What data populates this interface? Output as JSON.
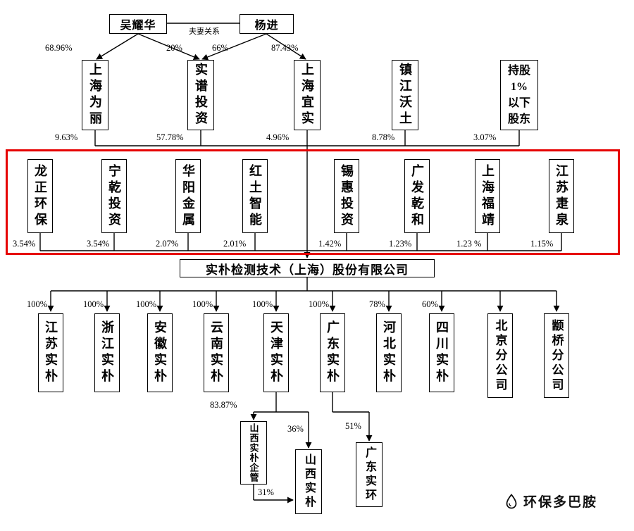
{
  "top": {
    "person_left": "吴耀华",
    "person_right": "杨进",
    "relation": "夫妻关系",
    "edge_pcts": [
      "68.96%",
      "20%",
      "66%",
      "87.43%"
    ]
  },
  "tier2": [
    {
      "name": "上海为丽",
      "pct": "9.63%"
    },
    {
      "name": "实谱投资",
      "pct": "57.78%"
    },
    {
      "name": "上海宜实",
      "pct": "4.96%"
    },
    {
      "name": "镇江沃土",
      "pct": "8.78%"
    },
    {
      "name": "持股\n1%\n以下\n股东",
      "pct": "3.07%"
    }
  ],
  "tier3": [
    {
      "name": "龙正环保",
      "pct": "3.54%"
    },
    {
      "name": "宁乾投资",
      "pct": "3.54%"
    },
    {
      "name": "华阳金属",
      "pct": "2.07%"
    },
    {
      "name": "红土智能",
      "pct": "2.01%"
    },
    {
      "name": "锡惠投资",
      "pct": "1.42%"
    },
    {
      "name": "广发乾和",
      "pct": "1.23%"
    },
    {
      "name": "上海福靖",
      "pct": "1.23 %"
    },
    {
      "name": "江苏疌泉",
      "pct": "1.15%"
    }
  ],
  "company": {
    "name": "实朴检测技术（上海）股份有限公司"
  },
  "tier4": [
    {
      "name": "江苏实朴",
      "pct": "100%"
    },
    {
      "name": "浙江实朴",
      "pct": "100%"
    },
    {
      "name": "安徽实朴",
      "pct": "100%"
    },
    {
      "name": "云南实朴",
      "pct": "100%"
    },
    {
      "name": "天津实朴",
      "pct": "100%"
    },
    {
      "name": "广东实朴",
      "pct": "100%"
    },
    {
      "name": "河北实朴",
      "pct": "78%"
    },
    {
      "name": "四川实朴",
      "pct": "60%"
    },
    {
      "name": "北京分公司",
      "pct": ""
    },
    {
      "name": "颛桥分公司",
      "pct": ""
    }
  ],
  "tier5": {
    "qiguan": "山西实朴企管",
    "shanxi_shipu": "山西实朴",
    "guangdong_shihuan": "广东实环",
    "tianjin_to_qiguan_pct": "83.87%",
    "tianjin_to_shanxishipu_pct": "36%",
    "qiguan_to_shanxishipu_pct": "31%",
    "guangdong_to_shihuan_pct": "51%"
  },
  "watermark": {
    "label": "环保多巴胺"
  },
  "colors": {
    "highlight": "#e60000",
    "line": "#000000"
  }
}
